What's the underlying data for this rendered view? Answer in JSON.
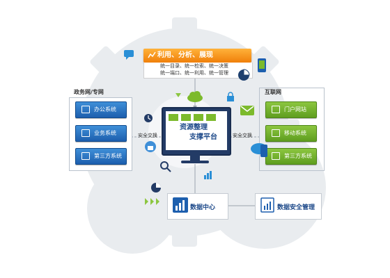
{
  "top": {
    "title": "利用、分析、展现",
    "lines": [
      "统一目录、统一检索、统一决策",
      "统一端口、统一利用、统一管理"
    ]
  },
  "left_section": {
    "title": "政务网/专网",
    "buttons": [
      "办公系统",
      "业务系统",
      "第三方系统"
    ]
  },
  "right_section": {
    "title": "互联网",
    "buttons": [
      "门户网站",
      "移动系统",
      "第三方系统"
    ]
  },
  "center": {
    "line1": "资源整理",
    "line2": "支撑平台",
    "exchange_left": "安全交换",
    "exchange_right": "安全交换"
  },
  "bottom": {
    "data_center": "数据中心",
    "security": "数据安全管理"
  },
  "colors": {
    "banner_orange": "#f7941d",
    "system_blue": "#1f6db8",
    "system_green": "#6cab2b",
    "monitor_navy": "#233b66"
  }
}
